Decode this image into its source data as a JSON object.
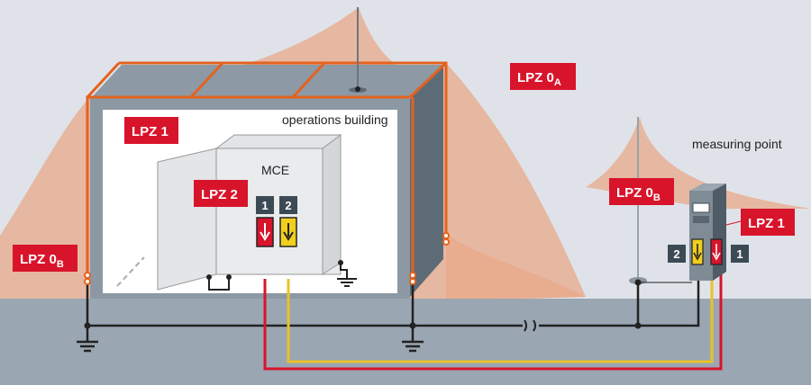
{
  "labels": {
    "lpz0a": "LPZ 0",
    "lpz0a_sub": "A",
    "lpz0b_left": "LPZ 0",
    "lpz0b_left_sub": "B",
    "lpz0b_right": "LPZ 0",
    "lpz0b_right_sub": "B",
    "lpz1_building": "LPZ 1",
    "lpz1_measuring": "LPZ 1",
    "lpz2": "LPZ 2"
  },
  "captions": {
    "operations_building": "operations building",
    "mce": "MCE",
    "measuring_point": "measuring point"
  },
  "spd_numbers": {
    "cabinet_1": "1",
    "cabinet_2": "2",
    "meter_2": "2",
    "meter_1": "1"
  },
  "colors": {
    "zone_fill": "#e8a888",
    "lpz_label": "#d8142b",
    "air_termination": "#e4621e",
    "red_cable": "#d8142b",
    "yellow_cable": "#e8c22a",
    "ground": "#9aa6b2",
    "building_wall": "#8c98a3"
  }
}
